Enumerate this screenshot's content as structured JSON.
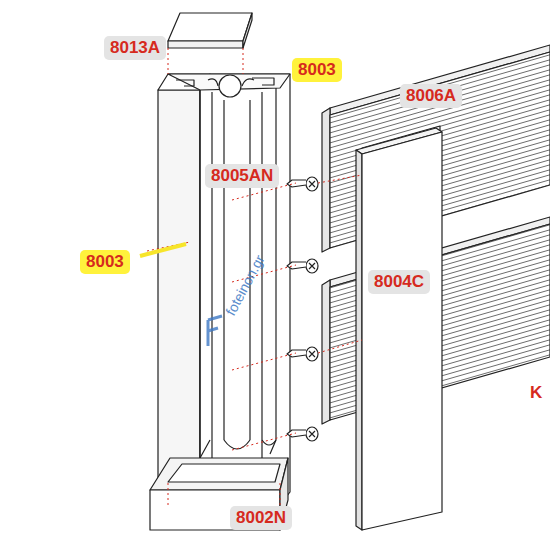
{
  "diagram": {
    "labels": [
      "8013A",
      "8003",
      "8006A",
      "8005AN",
      "8003",
      "8004C",
      "8002N",
      "K",
      "foteinon.gr"
    ]
  }
}
